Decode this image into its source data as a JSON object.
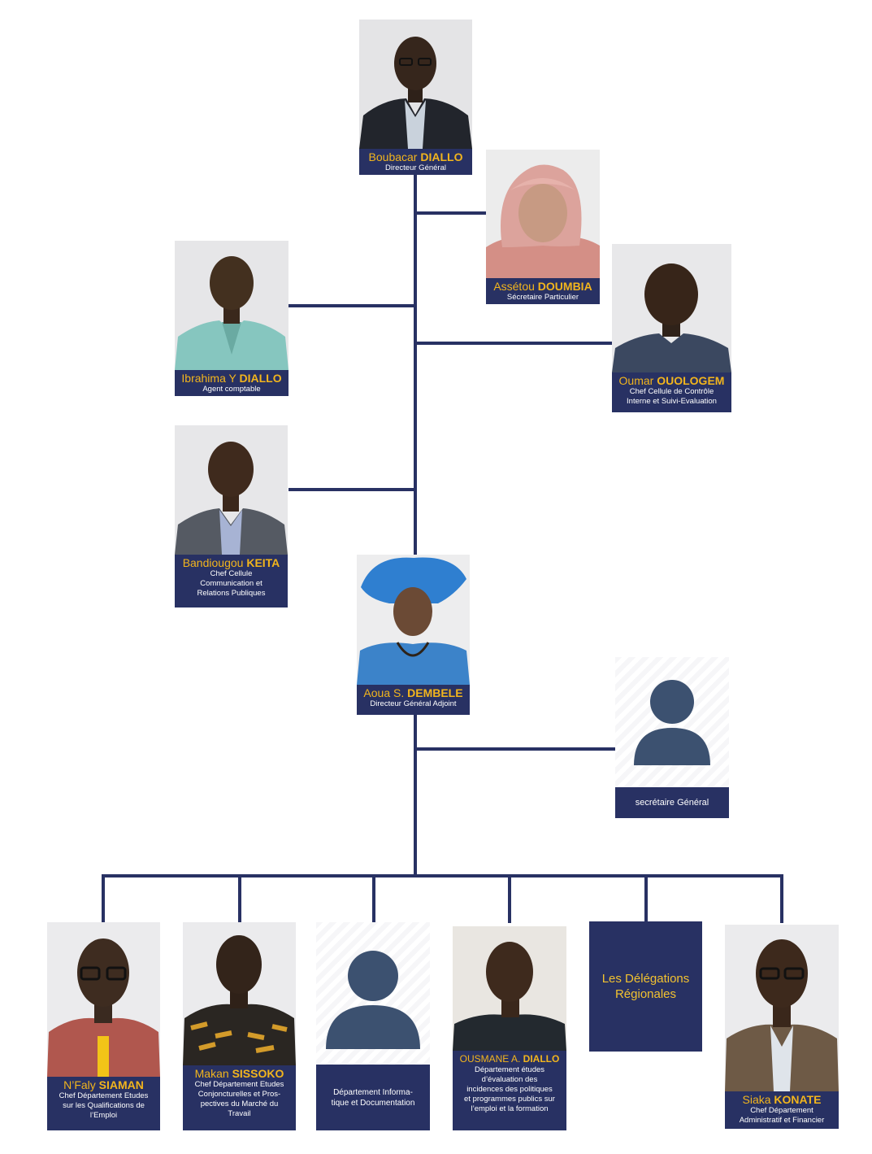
{
  "colors": {
    "navy": "#283163",
    "gold": "#f2b51d",
    "placeholder": "#3c5170"
  },
  "people": {
    "dg": {
      "first": "Boubacar",
      "last": "DIALLO",
      "role": "Directeur Général"
    },
    "sp": {
      "first": "Assétou",
      "last": "DOUMBIA",
      "role": "Sécretaire Particulier"
    },
    "ac": {
      "first": "Ibrahima Y",
      "last": "DIALLO",
      "role": "Agent comptable"
    },
    "ccie": {
      "first": "Oumar",
      "last": "OUOLOGEM",
      "role_l1": "Chef Cellule de Contrôle",
      "role_l2": "Interne et Suivi-Evaluation"
    },
    "ccrp": {
      "first": "Bandiougou",
      "last": "KEITA",
      "role_l1": "Chef Cellule",
      "role_l2": "Communication et",
      "role_l3": "Relations Publiques"
    },
    "dga": {
      "first": "Aoua S.",
      "last": "DEMBELE",
      "role": "Directeur Général Adjoint"
    },
    "sg": {
      "role": "secrétaire Général"
    },
    "qual": {
      "first": "N’Faly",
      "last": "SIAMAN",
      "role_l1": "Chef Département Etudes",
      "role_l2": "sur les Qualifications de",
      "role_l3": "l’Emploi"
    },
    "conj": {
      "first": "Makan",
      "last": "SISSOKO",
      "role_l1": "Chef  Département Etudes",
      "role_l2": "Conjoncturelles et Pros-",
      "role_l3": "pectives du Marché du",
      "role_l4": "Travail"
    },
    "info": {
      "role_l1": "Département Informa-",
      "role_l2": "tique et Documentation"
    },
    "eval": {
      "first": "OUSMANE A.",
      "last": "DIALLO",
      "role_l1": "Département études",
      "role_l2": "d’évaluation des",
      "role_l3": "incidences des politiques",
      "role_l4": "et programmes publics sur",
      "role_l5": "l’emploi et la formation"
    },
    "regions": {
      "l1": "Les Délégations",
      "l2": "Régionales"
    },
    "daf": {
      "first": "Siaka",
      "last": "KONATE",
      "role_l1": "Chef Département",
      "role_l2": "Administratif et Financier"
    }
  },
  "icons": {
    "avatar": "person-placeholder-icon"
  }
}
